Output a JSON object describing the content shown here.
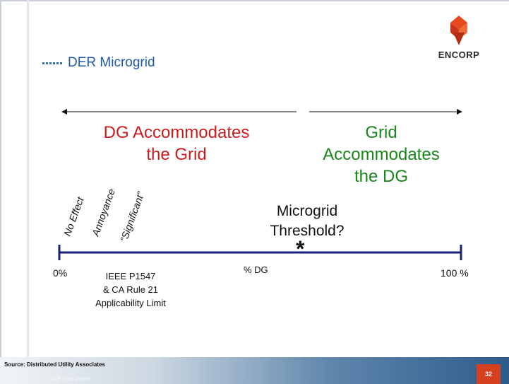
{
  "slide": {
    "title": "DER Microgrid",
    "logo_text": "ENCORP",
    "source": "Source: Distributed Utility Associates",
    "tagline": "pick your power.",
    "page_number": "32"
  },
  "diagram": {
    "left_heading": [
      "DG Accommodates",
      "the Grid"
    ],
    "right_heading": [
      "Grid",
      "Accommodates",
      "the DG"
    ],
    "rotated_labels": [
      "No Effect",
      "Annoyance",
      "“Significant”"
    ],
    "threshold_label": [
      "Microgrid",
      "Threshold?"
    ],
    "threshold_marker": "*",
    "axis_start": "0%",
    "axis_middle": "% DG",
    "axis_end": "100 %",
    "limit_label": [
      "IEEE P1547",
      "& CA Rule 21",
      "Applicability Limit"
    ],
    "colors": {
      "left_heading": "#cc1b1b",
      "right_heading": "#18861b",
      "axis": "#1a1f7a",
      "title": "#1f5aa6"
    }
  }
}
